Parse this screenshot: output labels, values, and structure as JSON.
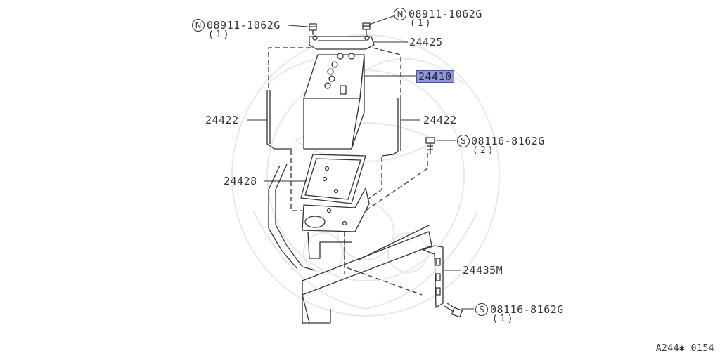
{
  "labels": {
    "nut_left_part": "08911-1062G",
    "nut_left_qty": "(1)",
    "nut_right_part": "08911-1062G",
    "nut_right_qty": "(1)",
    "hold_frame": "24425",
    "battery": "24410",
    "rod_left": "24422",
    "rod_right": "24422",
    "bolt_upper_part": "08116-8162G",
    "bolt_upper_qty": "(2)",
    "tray": "24428",
    "bracket": "24435M",
    "bolt_lower_part": "08116-8162G",
    "bolt_lower_qty": "(1)"
  },
  "symbols": {
    "nut": "N",
    "screw": "S"
  },
  "reference": "A244✱ 0154",
  "colors": {
    "highlight": "#8f95e0",
    "line": "#333333",
    "watermark": "#e6e6e6"
  }
}
